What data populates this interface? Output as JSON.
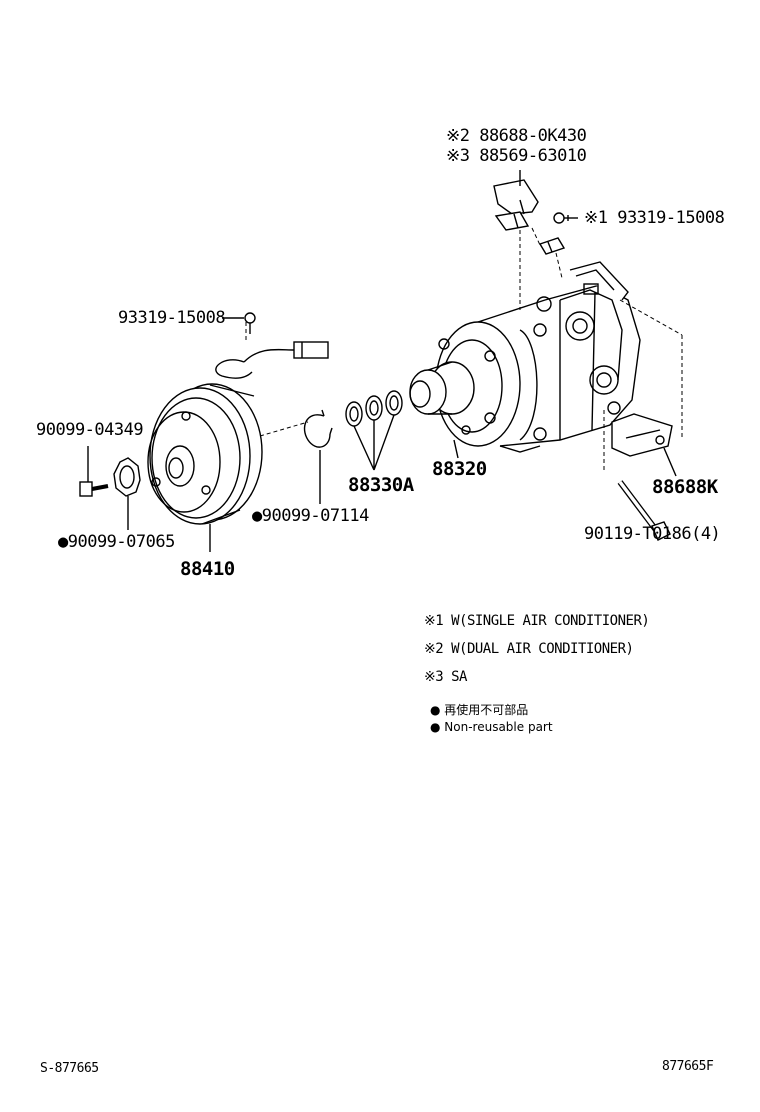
{
  "labels": {
    "bracket_dual": "※2 88688-0K430",
    "bracket_sa": "※3 88569-63010",
    "bolt_right": "※1 93319-15008",
    "bolt_left": "93319-15008",
    "bolt_90099_04349": "90099-04349",
    "washer_90099_07065": "●90099-07065",
    "snap_ring_90099_07114": "●90099-07114",
    "clutch_88410": "88410",
    "shims_88330A": "88330A",
    "compressor_88320": "88320",
    "bracket_88688K": "88688K",
    "bolt_90119": "90119-T0186(4)"
  },
  "notes": [
    "※1 W(SINGLE AIR CONDITIONER)",
    "※2 W(DUAL AIR CONDITIONER)",
    "※3 SA"
  ],
  "legend": {
    "jp": "● 再使用不可部品",
    "en": "● Non-reusable part"
  },
  "footer": {
    "left": "S-877665",
    "right": "877665F"
  }
}
